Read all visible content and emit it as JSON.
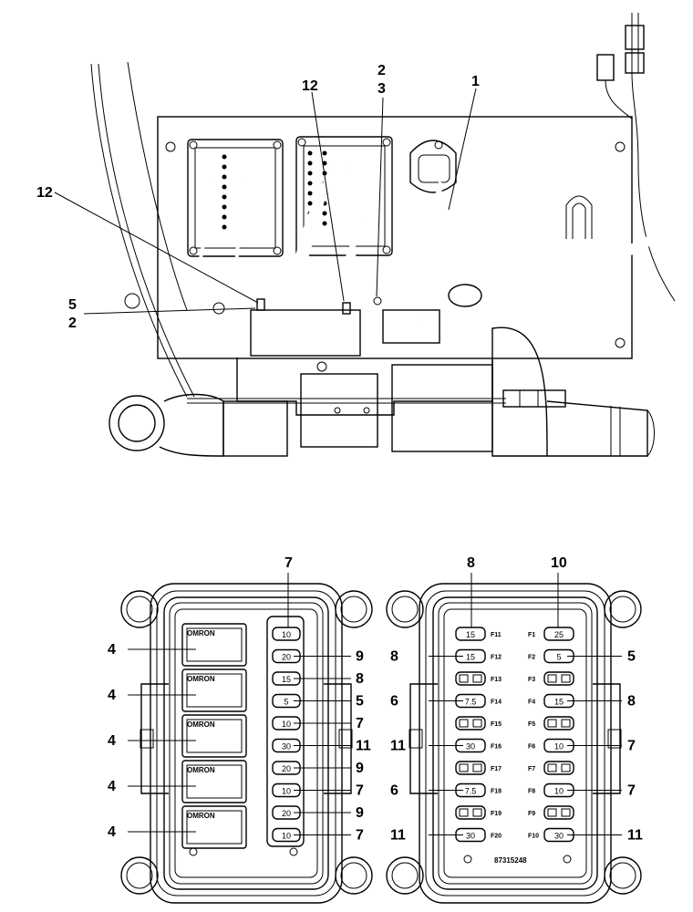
{
  "top_view": {
    "callouts": [
      "2",
      "3",
      "12",
      "1",
      "12",
      "5",
      "2"
    ]
  },
  "left_box": {
    "top_callout": "7",
    "relay_brand": "OMRON",
    "relays": [
      {
        "callout": "4"
      },
      {
        "callout": "4"
      },
      {
        "callout": "4"
      },
      {
        "callout": "4"
      },
      {
        "callout": "4"
      }
    ],
    "fuses": [
      {
        "value": "10",
        "callout": ""
      },
      {
        "value": "20",
        "callout": "9"
      },
      {
        "value": "15",
        "callout": "8"
      },
      {
        "value": "5",
        "callout": "5"
      },
      {
        "value": "10",
        "callout": "7"
      },
      {
        "value": "30",
        "callout": "11"
      },
      {
        "value": "20",
        "callout": "9"
      },
      {
        "value": "10",
        "callout": "7"
      },
      {
        "value": "20",
        "callout": "9"
      },
      {
        "value": "10",
        "callout": "7"
      }
    ]
  },
  "right_box": {
    "top_callouts": [
      "8",
      "10"
    ],
    "left_column": [
      {
        "id": "F11",
        "value": "15",
        "callout": ""
      },
      {
        "id": "F12",
        "value": "15",
        "callout": "8"
      },
      {
        "id": "F13",
        "value": "",
        "callout": ""
      },
      {
        "id": "F14",
        "value": "7.5",
        "callout": "6"
      },
      {
        "id": "F15",
        "value": "",
        "callout": ""
      },
      {
        "id": "F16",
        "value": "30",
        "callout": "11"
      },
      {
        "id": "F17",
        "value": "",
        "callout": ""
      },
      {
        "id": "F18",
        "value": "7.5",
        "callout": "6"
      },
      {
        "id": "F19",
        "value": "",
        "callout": ""
      },
      {
        "id": "F20",
        "value": "30",
        "callout": "11"
      }
    ],
    "right_column": [
      {
        "id": "F1",
        "value": "25",
        "callout": ""
      },
      {
        "id": "F2",
        "value": "5",
        "callout": "5"
      },
      {
        "id": "F3",
        "value": "",
        "callout": ""
      },
      {
        "id": "F4",
        "value": "15",
        "callout": "8"
      },
      {
        "id": "F5",
        "value": "",
        "callout": ""
      },
      {
        "id": "F6",
        "value": "10",
        "callout": "7"
      },
      {
        "id": "F7",
        "value": "",
        "callout": ""
      },
      {
        "id": "F8",
        "value": "10",
        "callout": "7"
      },
      {
        "id": "F9",
        "value": "",
        "callout": ""
      },
      {
        "id": "F10",
        "value": "30",
        "callout": "11"
      }
    ],
    "part_number": "87315248"
  }
}
